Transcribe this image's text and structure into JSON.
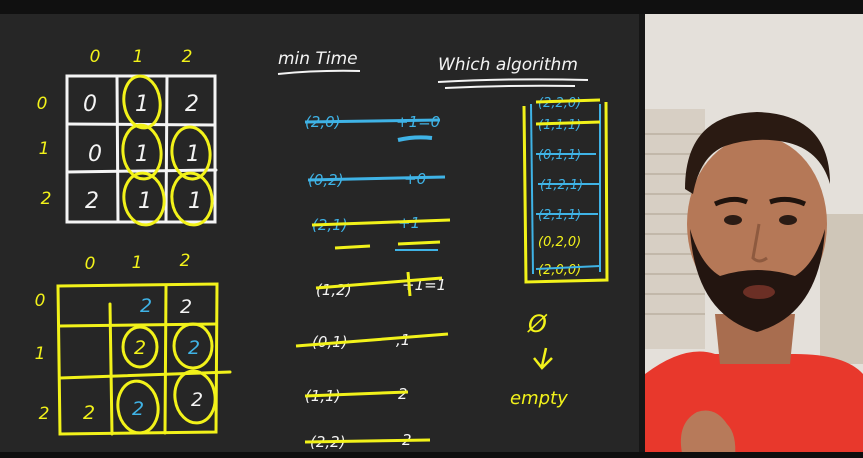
{
  "colors": {
    "ink_white": "#f4f4f4",
    "ink_yellow": "#f2f21a",
    "ink_blue": "#3fb3e6",
    "board": "#262626",
    "shirt": "#e8382c"
  },
  "grid1": {
    "col_headers": [
      "0",
      "1",
      "2"
    ],
    "row_headers": [
      "0",
      "1",
      "2"
    ],
    "cells": [
      [
        "0",
        "1",
        "2"
      ],
      [
        "0",
        "1",
        "1"
      ],
      [
        "2",
        "1",
        "1"
      ]
    ]
  },
  "grid2": {
    "col_headers": [
      "0",
      "1",
      "2"
    ],
    "row_headers": [
      "0",
      "1",
      "2"
    ],
    "cells": [
      [
        "",
        "2",
        "2"
      ],
      [
        "",
        "2",
        "2"
      ],
      [
        "2",
        "2",
        "2"
      ]
    ]
  },
  "middle": {
    "title": "min Time",
    "queue_items": [
      {
        "pair": "(2,0)",
        "t": "+1=0"
      },
      {
        "pair": "(0,2)",
        "t": "+0"
      },
      {
        "pair": "(2,1)",
        "t": "+1"
      },
      {
        "pair": "(1,2)",
        "t": "+1=1"
      },
      {
        "pair": "(0,1)",
        "t": ",1"
      },
      {
        "pair": "(1,1)",
        "t": "2"
      },
      {
        "pair": "(2,2)",
        "t": "2"
      }
    ]
  },
  "right": {
    "title": "Which algorithm",
    "stack_items": [
      "(2,2,0)",
      "(1,1,1)",
      "(0,1,1)",
      "(1,2,1)",
      "(2,1,1)",
      "(0,2,0)",
      "(2,0,0)"
    ],
    "note_symbol": "Ø",
    "note_word": "empty"
  }
}
